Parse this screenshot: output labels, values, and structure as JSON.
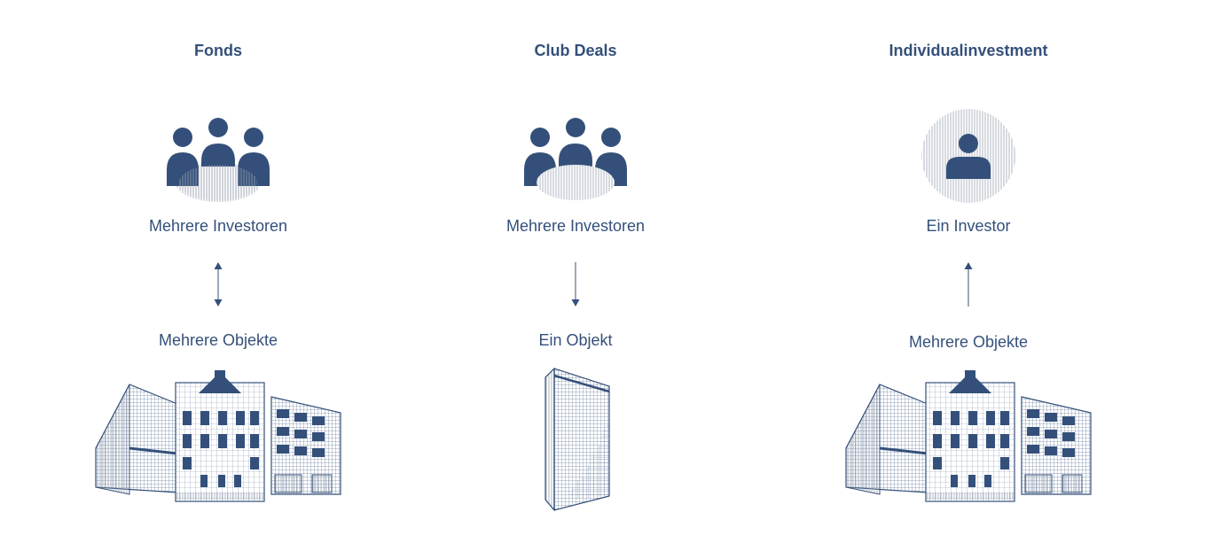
{
  "columns": [
    {
      "title": "Fonds",
      "investor_label": "Mehrere Investoren",
      "object_label": "Mehrere Objekte",
      "investor_icon": "group-of-investors-icon",
      "arrow": "bidirectional-arrow-icon",
      "building_icon": "multiple-buildings-icon"
    },
    {
      "title": "Club Deals",
      "investor_label": "Mehrere Investoren",
      "object_label": "Ein Objekt",
      "investor_icon": "group-of-investors-icon",
      "arrow": "down-arrow-icon",
      "building_icon": "single-tower-icon"
    },
    {
      "title": "Individualinvestment",
      "investor_label": "Ein Investor",
      "object_label": "Mehrere Objekte",
      "investor_icon": "single-investor-icon",
      "arrow": "up-arrow-icon",
      "building_icon": "multiple-buildings-icon"
    }
  ],
  "colors": {
    "primary": "#34507a",
    "hatch": "#9aa3b2"
  }
}
